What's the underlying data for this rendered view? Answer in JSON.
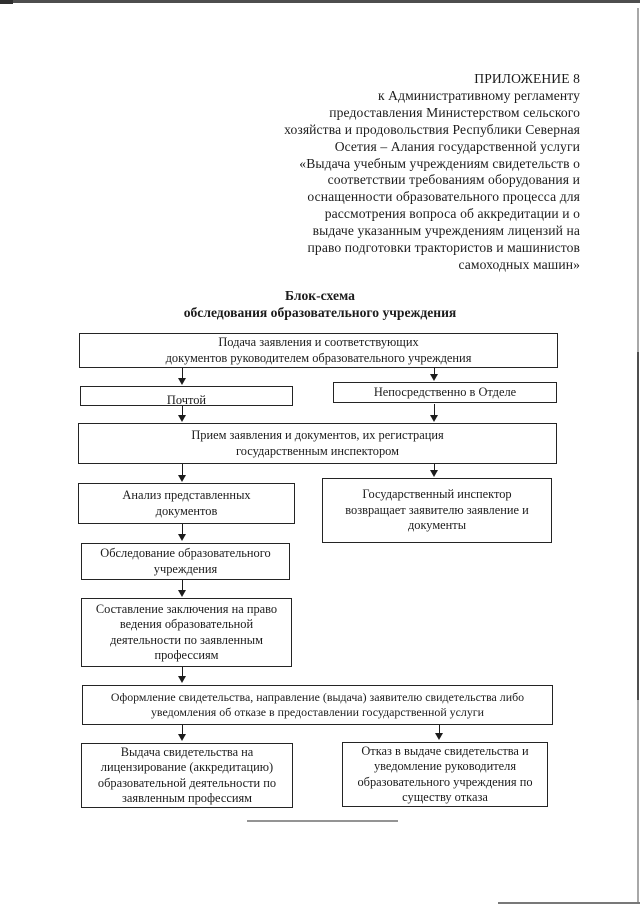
{
  "header": {
    "appendix": "ПРИЛОЖЕНИЕ 8\nк Административному регламенту\nпредоставления Министерством сельского\nхозяйства и продовольствия Республики Северная\nОсетия – Алания государственной услуги\n«Выдача учебным учреждениям свидетельств о\nсоответствии требованиям оборудования и\nоснащенности образовательного процесса для\nрассмотрения вопроса об аккредитации и о\nвыдаче указанным учреждениям лицензий на\nправо подготовки трактористов и машинистов\nсамоходных машин»"
  },
  "title": "Блок-схема\nобследования образовательного учреждения",
  "flowchart": {
    "submission": "Подача заявления и соответствующих\nдокументов руководителем образовательного учреждения",
    "by_mail": "Почтой",
    "in_person": "Непосредственно в Отделе",
    "reception": "Прием заявления и документов, их регистрация\nгосударственным инспектором",
    "analysis": "Анализ представленных\nдокументов",
    "inspector_returns": "Государственный инспектор\nвозвращает заявителю заявление и\nдокументы",
    "inspection": "Обследование образовательного\nучреждения",
    "conclusion": "Составление заключения на право\nведения образовательной\nдеятельности по заявленным\nпрофессиям",
    "issuance_notice": "Оформление свидетельства, направление (выдача) заявителю свидетельства либо\nуведомления об отказе в предоставлении государственной услуги",
    "certificate_issued": "Выдача свидетельства на\nлицензирование (аккредитацию)\nобразовательной деятельности по\nзаявленным профессиям",
    "refusal": "Отказ в выдаче свидетельства и\nуведомление руководителя\nобразовательного учреждения по\nсуществу отказа"
  },
  "colors": {
    "ink": "#1c1c1c",
    "paper": "#ffffff",
    "box_border": "#242424",
    "scan_gray": "#9a9a9a"
  }
}
